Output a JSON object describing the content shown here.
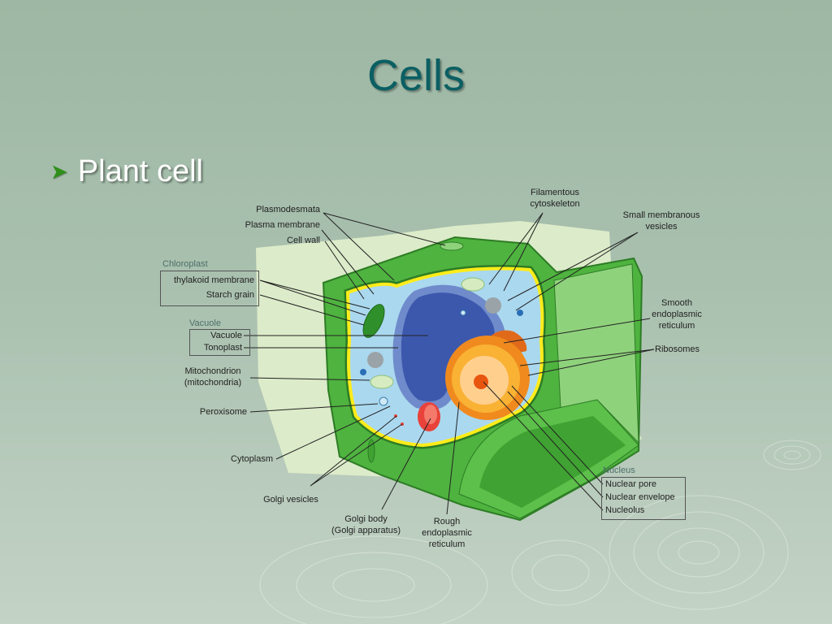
{
  "slide": {
    "title": "Cells",
    "bullet": "Plant cell"
  },
  "diagram": {
    "labels": {
      "plasmodesmata": "Plasmodesmata",
      "plasma_membrane": "Plasma membrane",
      "cell_wall": "Cell wall",
      "chloroplast_group": "Chloroplast",
      "thylakoid_membrane": "thylakoid membrane",
      "starch_grain": "Starch grain",
      "vacuole_group": "Vacuole",
      "vacuole": "Vacuole",
      "tonoplast": "Tonoplast",
      "mitochondrion": "Mitochondrion",
      "mitochondria": "(mitochondria)",
      "peroxisome": "Peroxisome",
      "cytoplasm": "Cytoplasm",
      "golgi_vesicles": "Golgi vesicles",
      "golgi_body": "Golgi body",
      "golgi_apparatus": "(Golgi apparatus)",
      "rough_er_1": "Rough",
      "rough_er_2": "endoplasmic",
      "rough_er_3": "reticulum",
      "filamentous_1": "Filamentous",
      "filamentous_2": "cytoskeleton",
      "small_vesicles_1": "Small membranous",
      "small_vesicles_2": "vesicles",
      "smooth_er_1": "Smooth",
      "smooth_er_2": "endoplasmic",
      "smooth_er_3": "reticulum",
      "ribosomes": "Ribosomes",
      "nucleus_group": "Nucleus",
      "nuclear_pore": "Nuclear pore",
      "nuclear_envelope": "Nuclear envelope",
      "nucleolus": "Nucleolus"
    }
  }
}
